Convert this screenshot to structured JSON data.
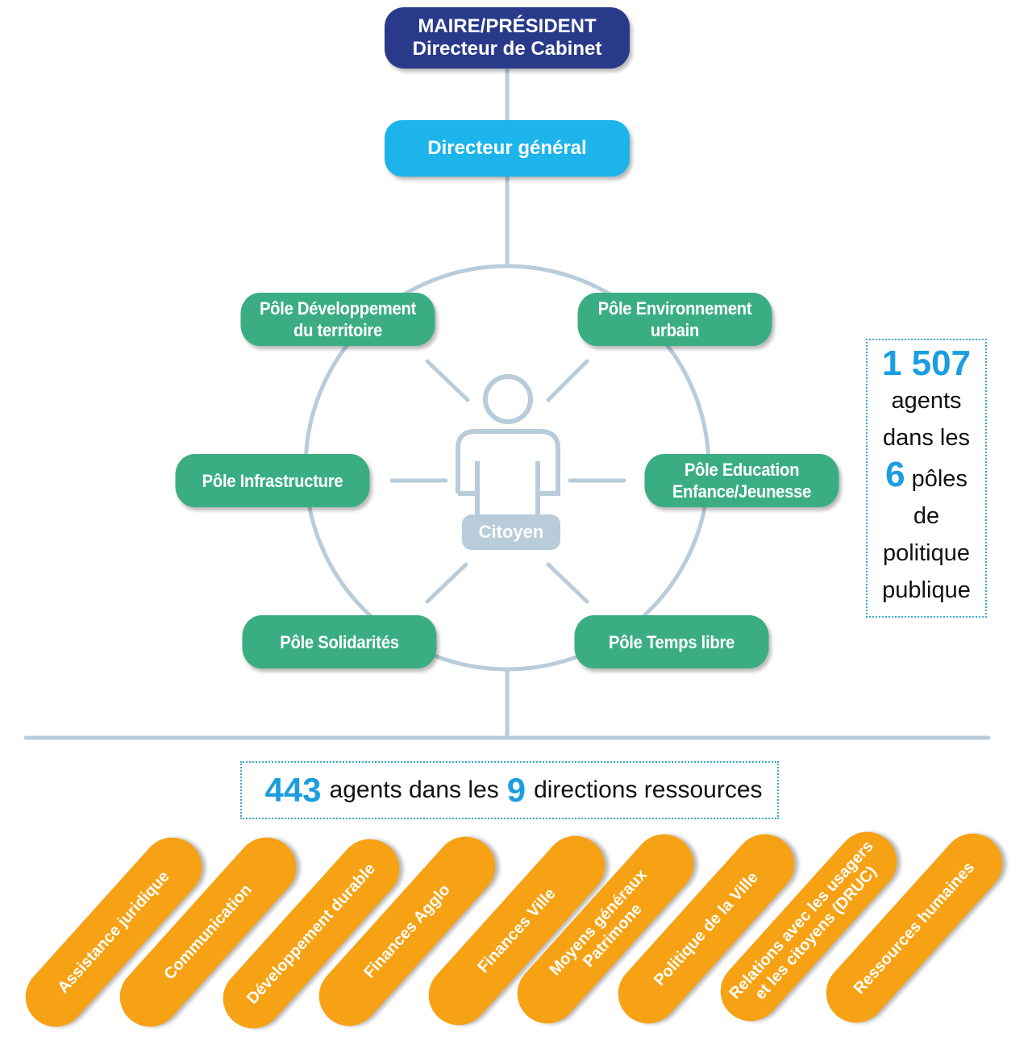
{
  "top": {
    "line1": "MAIRE/PRÉSIDENT",
    "line2": "Directeur de Cabinet"
  },
  "dg": "Directeur général",
  "poles": {
    "dev": {
      "line1": "Pôle Développement",
      "line2": "du territoire"
    },
    "env": {
      "line1": "Pôle Environnement",
      "line2": "urbain"
    },
    "infra": "Pôle Infrastructure",
    "edu": {
      "line1": "Pôle Education",
      "line2": "Enfance/Jeunesse"
    },
    "soli": "Pôle Solidarités",
    "temps": "Pôle Temps libre"
  },
  "citizen": "Citoyen",
  "stats": {
    "agents_number": "1 507",
    "agents_label": "agents",
    "dans_les": "dans les",
    "poles_number": "6",
    "poles_word": "pôles",
    "de": "de",
    "politique": "politique",
    "publique": "publique"
  },
  "resources": {
    "agents_number": "443",
    "text1": "agents dans les",
    "dir_number": "9",
    "text2": "directions ressources"
  },
  "directions": [
    {
      "l1": "Assistance juridique",
      "l2": ""
    },
    {
      "l1": "Communication",
      "l2": ""
    },
    {
      "l1": "Développement durable",
      "l2": ""
    },
    {
      "l1": "Finances Agglo",
      "l2": ""
    },
    {
      "l1": "Finances Ville",
      "l2": ""
    },
    {
      "l1": "Moyens généraux",
      "l2": "Patrimone"
    },
    {
      "l1": "Politique de la Ville",
      "l2": ""
    },
    {
      "l1": "Relations avec les usagers",
      "l2": "et les citoyens (DRUC)"
    },
    {
      "l1": "Ressources humaines",
      "l2": ""
    }
  ],
  "colors": {
    "navy": "#2a3a8b",
    "cyan": "#1cb4ea",
    "green": "#3aae82",
    "orange": "#f6a214",
    "line": "#b8ccda",
    "accent": "#1a9ee0"
  }
}
